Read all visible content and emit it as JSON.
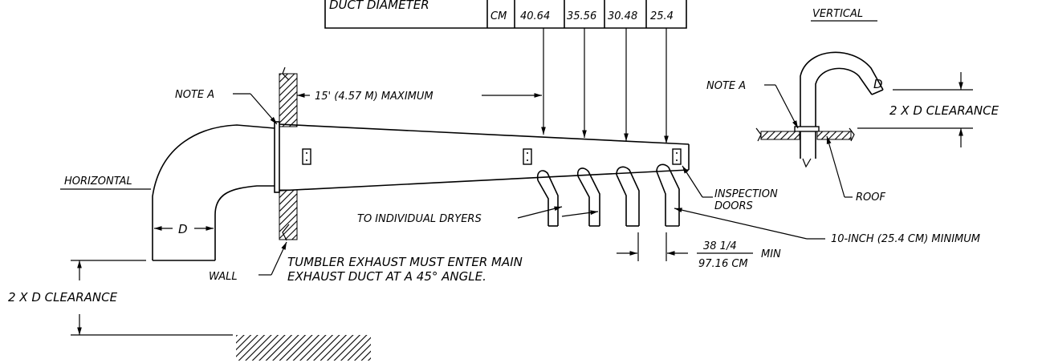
{
  "table": {
    "row_label": "DUCT DIAMETER",
    "unit": "CM",
    "values": [
      "40.64",
      "35.56",
      "30.48",
      "25.4"
    ]
  },
  "labels": {
    "vertical": "VERTICAL",
    "note_a_left": "NOTE A",
    "note_a_right": "NOTE A",
    "max_length": "15' (4.57 M) MAXIMUM",
    "clearance_right": "2 X D CLEARANCE",
    "clearance_left": "2 X D CLEARANCE",
    "horizontal": "HORIZONTAL",
    "d_left": "D",
    "d_right": "D",
    "inspection_1": "INSPECTION",
    "inspection_2": "DOORS",
    "roof": "ROOF",
    "individual_dryers": "TO INDIVIDUAL DRYERS",
    "min_10_inch": "10-INCH (25.4 CM) MINIMUM",
    "spacing_in": "38 1/4",
    "spacing_cm": "97.16 CM",
    "spacing_min": "MIN",
    "wall": "WALL",
    "tumbler_1": "TUMBLER EXHAUST MUST ENTER MAIN",
    "tumbler_2": "EXHAUST DUCT AT A 45° ANGLE."
  }
}
